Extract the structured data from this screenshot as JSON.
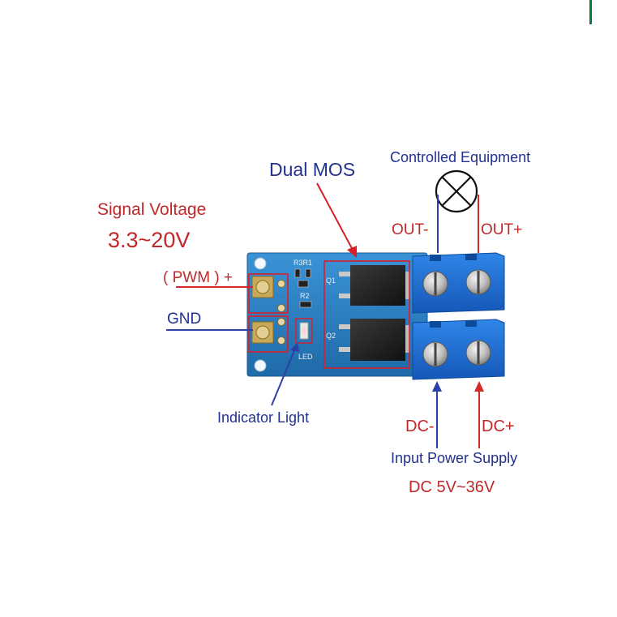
{
  "labels": {
    "dual_mos": "Dual MOS",
    "controlled_equipment": "Controlled Equipment",
    "signal_voltage": "Signal Voltage",
    "signal_range": "3.3~20V",
    "pwm": "( PWM ) +",
    "gnd": "GND",
    "out_minus": "OUT-",
    "out_plus": "OUT+",
    "indicator_light": "Indicator Light",
    "dc_minus": "DC-",
    "dc_plus": "DC+",
    "input_power_supply": "Input Power Supply",
    "dc_range": "DC 5V~36V"
  },
  "pcb": {
    "r3r1": "R3R1",
    "r2": "R2",
    "q1": "Q1",
    "q2": "Q2",
    "led": "LED"
  },
  "colors": {
    "label_red": "#c0282a",
    "label_blue": "#21318f",
    "pcb_blue": "#2a7fc4",
    "terminal_blue": "#1f6fd0",
    "callout_red": "#d81e2a",
    "accent_green": "#0b7a3e"
  }
}
